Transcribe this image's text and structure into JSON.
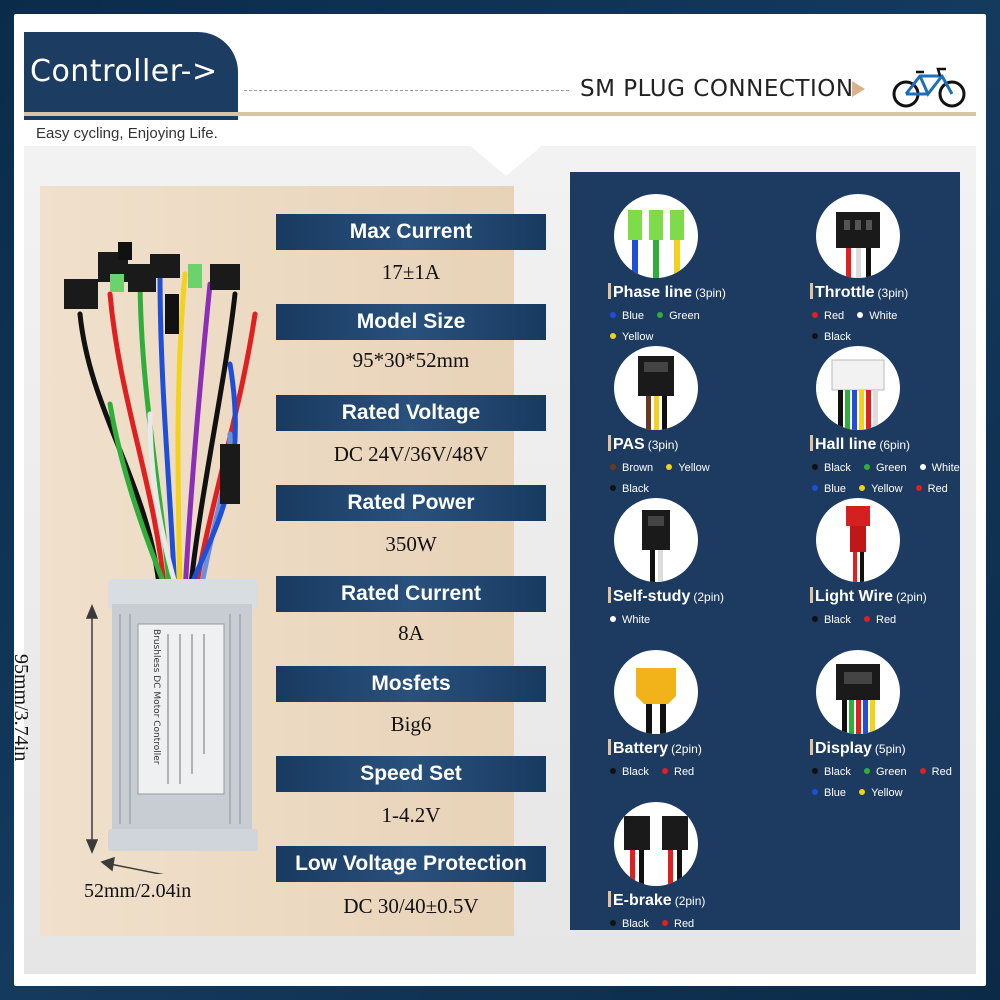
{
  "header": {
    "title": "Controller->",
    "section": "SM PLUG CONNECTION",
    "slogan": "Easy cycling, Enjoying Life."
  },
  "specs": [
    {
      "label": "Max Current",
      "value": "17±1A"
    },
    {
      "label": "Model Size",
      "value": "95*30*52mm"
    },
    {
      "label": "Rated Voltage",
      "value": "DC 24V/36V/48V"
    },
    {
      "label": "Rated Power",
      "value": "350W"
    },
    {
      "label": "Rated Current",
      "value": "8A"
    },
    {
      "label": "Mosfets",
      "value": "Big6"
    },
    {
      "label": "Speed Set",
      "value": "1-4.2V"
    },
    {
      "label": "Low Voltage Protection",
      "value": "DC 30/40±0.5V"
    }
  ],
  "dimensions": {
    "height": "95mm/3.74in",
    "width": "52mm/2.04in"
  },
  "controller_label": {
    "line1": "Brushless DC Motor Controller"
  },
  "connectors": [
    {
      "name": "Phase line",
      "pins": "(3pin)",
      "wires": [
        {
          "label": "Blue",
          "color": "#1f4fd8"
        },
        {
          "label": "Green",
          "color": "#2fae3a"
        },
        {
          "label": "Yellow",
          "color": "#f2d21a"
        }
      ]
    },
    {
      "name": "Throttle",
      "pins": "(3pin)",
      "wires": [
        {
          "label": "Red",
          "color": "#e02020"
        },
        {
          "label": "White",
          "color": "#ffffff"
        },
        {
          "label": "Black",
          "color": "#111111"
        }
      ]
    },
    {
      "name": "PAS",
      "pins": "(3pin)",
      "wires": [
        {
          "label": "Brown",
          "color": "#6b3a1e"
        },
        {
          "label": "Yellow",
          "color": "#f2d21a"
        },
        {
          "label": "Black",
          "color": "#111111"
        }
      ]
    },
    {
      "name": "Hall line",
      "pins": "(6pin)",
      "wires": [
        {
          "label": "Black",
          "color": "#111111"
        },
        {
          "label": "Green",
          "color": "#2fae3a"
        },
        {
          "label": "White",
          "color": "#ffffff"
        },
        {
          "label": "Blue",
          "color": "#1f4fd8"
        },
        {
          "label": "Yellow",
          "color": "#f2d21a"
        },
        {
          "label": "Red",
          "color": "#e02020"
        }
      ]
    },
    {
      "name": "Self-study",
      "pins": "(2pin)",
      "wires": [
        {
          "label": "White",
          "color": "#ffffff"
        }
      ]
    },
    {
      "name": "Light Wire",
      "pins": "(2pin)",
      "wires": [
        {
          "label": "Black",
          "color": "#111111"
        },
        {
          "label": "Red",
          "color": "#e02020"
        }
      ]
    },
    {
      "name": "Battery",
      "pins": "(2pin)",
      "wires": [
        {
          "label": "Black",
          "color": "#111111"
        },
        {
          "label": "Red",
          "color": "#e02020"
        }
      ]
    },
    {
      "name": "Display",
      "pins": "(5pin)",
      "wires": [
        {
          "label": "Black",
          "color": "#111111"
        },
        {
          "label": "Green",
          "color": "#2fae3a"
        },
        {
          "label": "Red",
          "color": "#e02020"
        },
        {
          "label": "Blue",
          "color": "#1f4fd8"
        },
        {
          "label": "Yellow",
          "color": "#f2d21a"
        }
      ]
    },
    {
      "name": "E-brake",
      "pins": "(2pin)",
      "wires": [
        {
          "label": "Black",
          "color": "#111111"
        },
        {
          "label": "Red",
          "color": "#e02020"
        }
      ]
    }
  ],
  "colors": {
    "navy": "#1d3a60",
    "beige": "#ecd9c1",
    "accent": "#d9b28a"
  }
}
